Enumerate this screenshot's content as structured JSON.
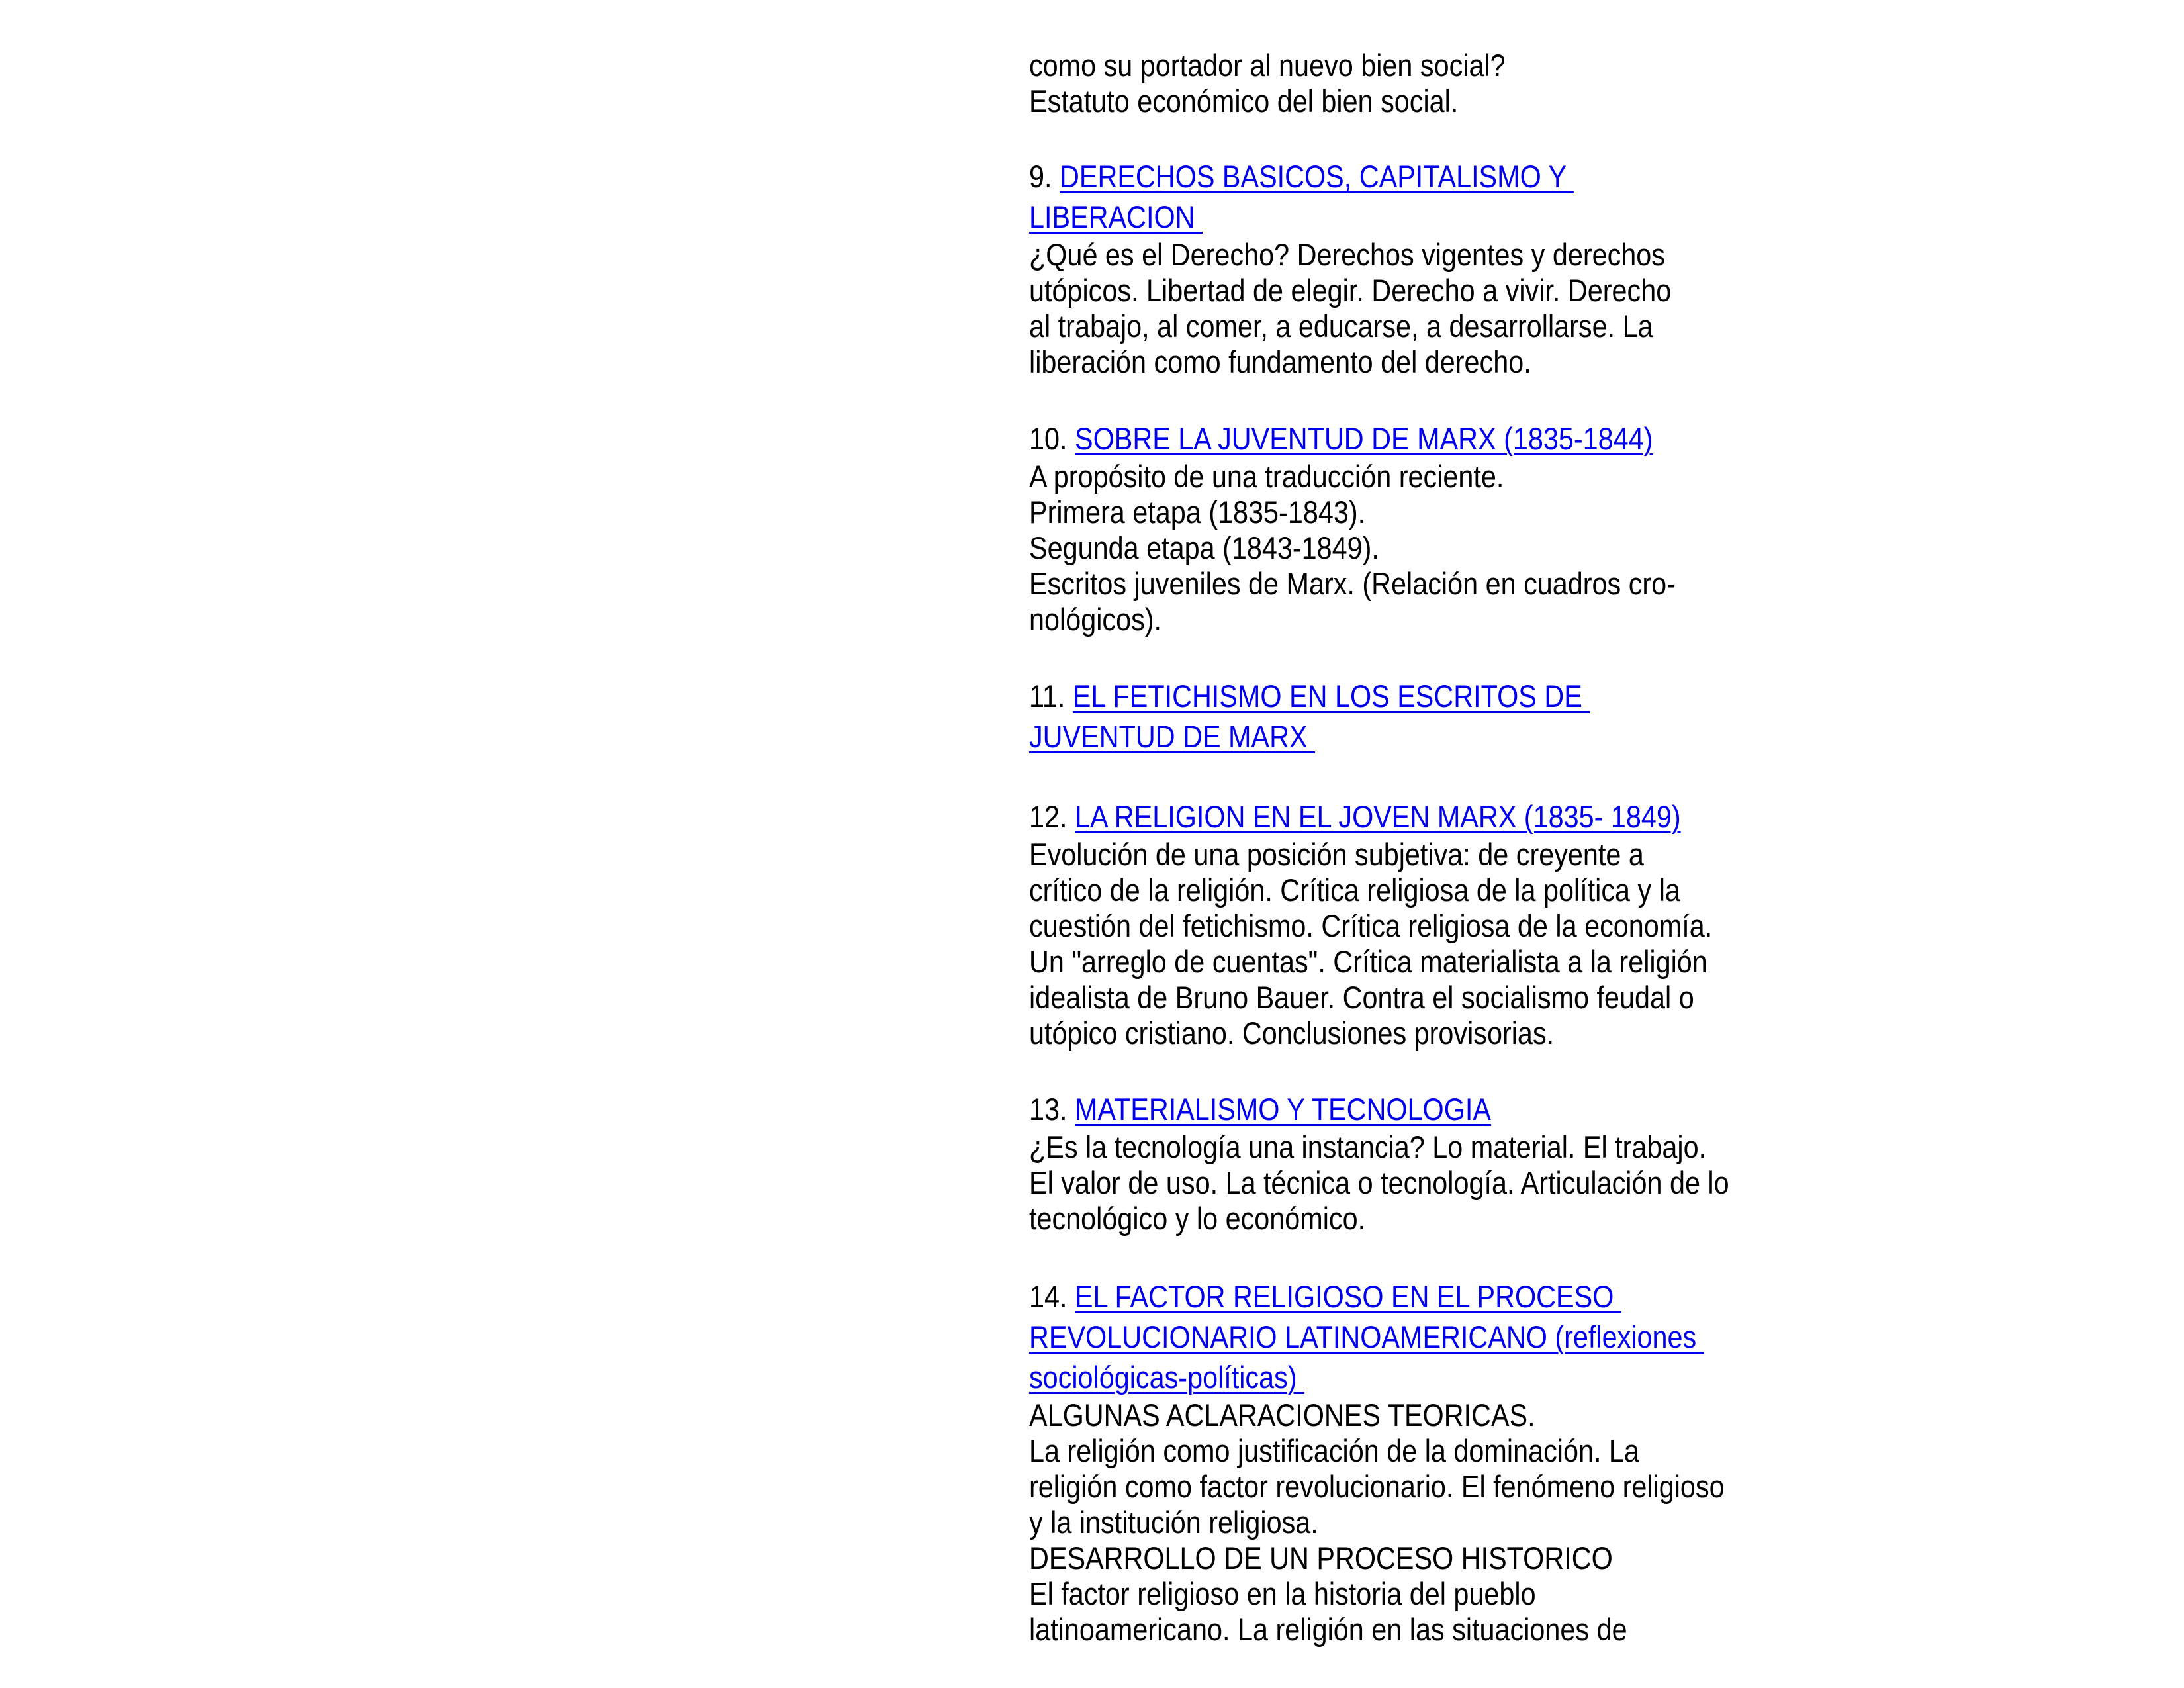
{
  "link_color": "#0000ee",
  "sections": [
    {
      "number": "",
      "title_lines": [],
      "body": [
        "como su portador al nuevo bien social?",
        "Estatuto económico del bien social."
      ]
    },
    {
      "number": "9. ",
      "title_lines": [
        "DERECHOS BASICOS, CAPITALISMO Y ",
        "LIBERACION "
      ],
      "body": [
        "¿Qué es el Derecho? Derechos vigentes y derechos",
        "utópicos. Libertad de elegir. Derecho a vivir. Derecho",
        "al trabajo, al comer, a educarse, a desarrollarse. La",
        "liberación como fundamento del derecho."
      ]
    },
    {
      "number": "10. ",
      "title_lines": [
        "SOBRE LA JUVENTUD DE MARX (1835-1844)"
      ],
      "body": [
        "A propósito de una traducción reciente.",
        "Primera etapa (1835-1843).",
        "Segunda etapa (1843-1849).",
        "Escritos juveniles de Marx. (Relación en cuadros cro-",
        "nológicos)."
      ]
    },
    {
      "number": "11. ",
      "title_lines": [
        "EL FETICHISMO EN LOS ESCRITOS DE ",
        "JUVENTUD DE MARX "
      ],
      "body": []
    },
    {
      "number": "12. ",
      "title_lines": [
        "LA RELIGION EN EL JOVEN MARX (1835- 1849)"
      ],
      "body": [
        "Evolución de una posición subjetiva: de creyente a",
        "crítico de la religión. Crítica religiosa de la política y la",
        "cuestión del fetichismo. Crítica religiosa de la economía.",
        "Un \"arreglo de cuentas\". Crítica materialista a la religión",
        "idealista de Bruno Bauer. Contra el socialismo feudal o",
        "utópico cristiano. Conclusiones provisorias."
      ]
    },
    {
      "number": "13. ",
      "title_lines": [
        "MATERIALISMO Y TECNOLOGIA"
      ],
      "body": [
        "¿Es la tecnología una instancia? Lo material. El trabajo.",
        "El valor de uso. La técnica o tecnología. Articulación de lo",
        "tecnológico y lo económico."
      ]
    },
    {
      "number": "14. ",
      "title_lines": [
        "EL FACTOR RELIGIOSO EN EL PROCESO ",
        "REVOLUCIONARIO LATINOAMERICANO (reflexiones ",
        "sociológicas-políticas) "
      ],
      "body": [
        "ALGUNAS ACLARACIONES TEORICAS.",
        "La religión como justificación de la dominación. La",
        "religión como factor revolucionario. El fenómeno religioso",
        "y la institución religiosa.",
        "DESARROLLO DE UN PROCESO HISTORICO",
        "El factor religioso en la historia del pueblo",
        "latinoamericano. La religión en las situaciones de"
      ]
    }
  ]
}
